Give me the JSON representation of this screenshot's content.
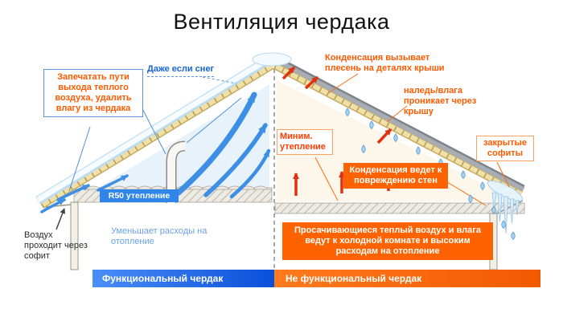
{
  "title": "Вентиляция чердака",
  "left": {
    "seal": "Запечатать пути выхода теплого воздуха, удалить влагу из чердака",
    "snow": "Даже если снег",
    "r50": "R50 утепление",
    "savings": "Уменьшает расходы на отопление",
    "soffit": "Воздух проходит через софит",
    "bar": "Функциональный чердак"
  },
  "right": {
    "mold": "Конденсация вызывает плесень на деталях крыши",
    "ice": "наледь/влага проникает через крышу",
    "min_insulation": "Миним. утепление",
    "closed_soffits": "закрытые софиты",
    "wall_damage": "Конденсация ведет к повреждению стен",
    "leak": "Просачивающиеся теплый воздух и влага ведут к холодной комнате и высоким расходам на отопление",
    "bar": "Не функциональный чердак"
  },
  "colors": {
    "blue_accent": "#1f66f0",
    "blue_text": "#1565d8",
    "light_blue_text": "#6aa2e8",
    "orange_accent": "#ff6200",
    "orange_text": "#ff5a00",
    "r50_bg": "#2f86e8",
    "airflow_arrow": "#3d8fe6",
    "heat_arrow": "#e0320e"
  }
}
